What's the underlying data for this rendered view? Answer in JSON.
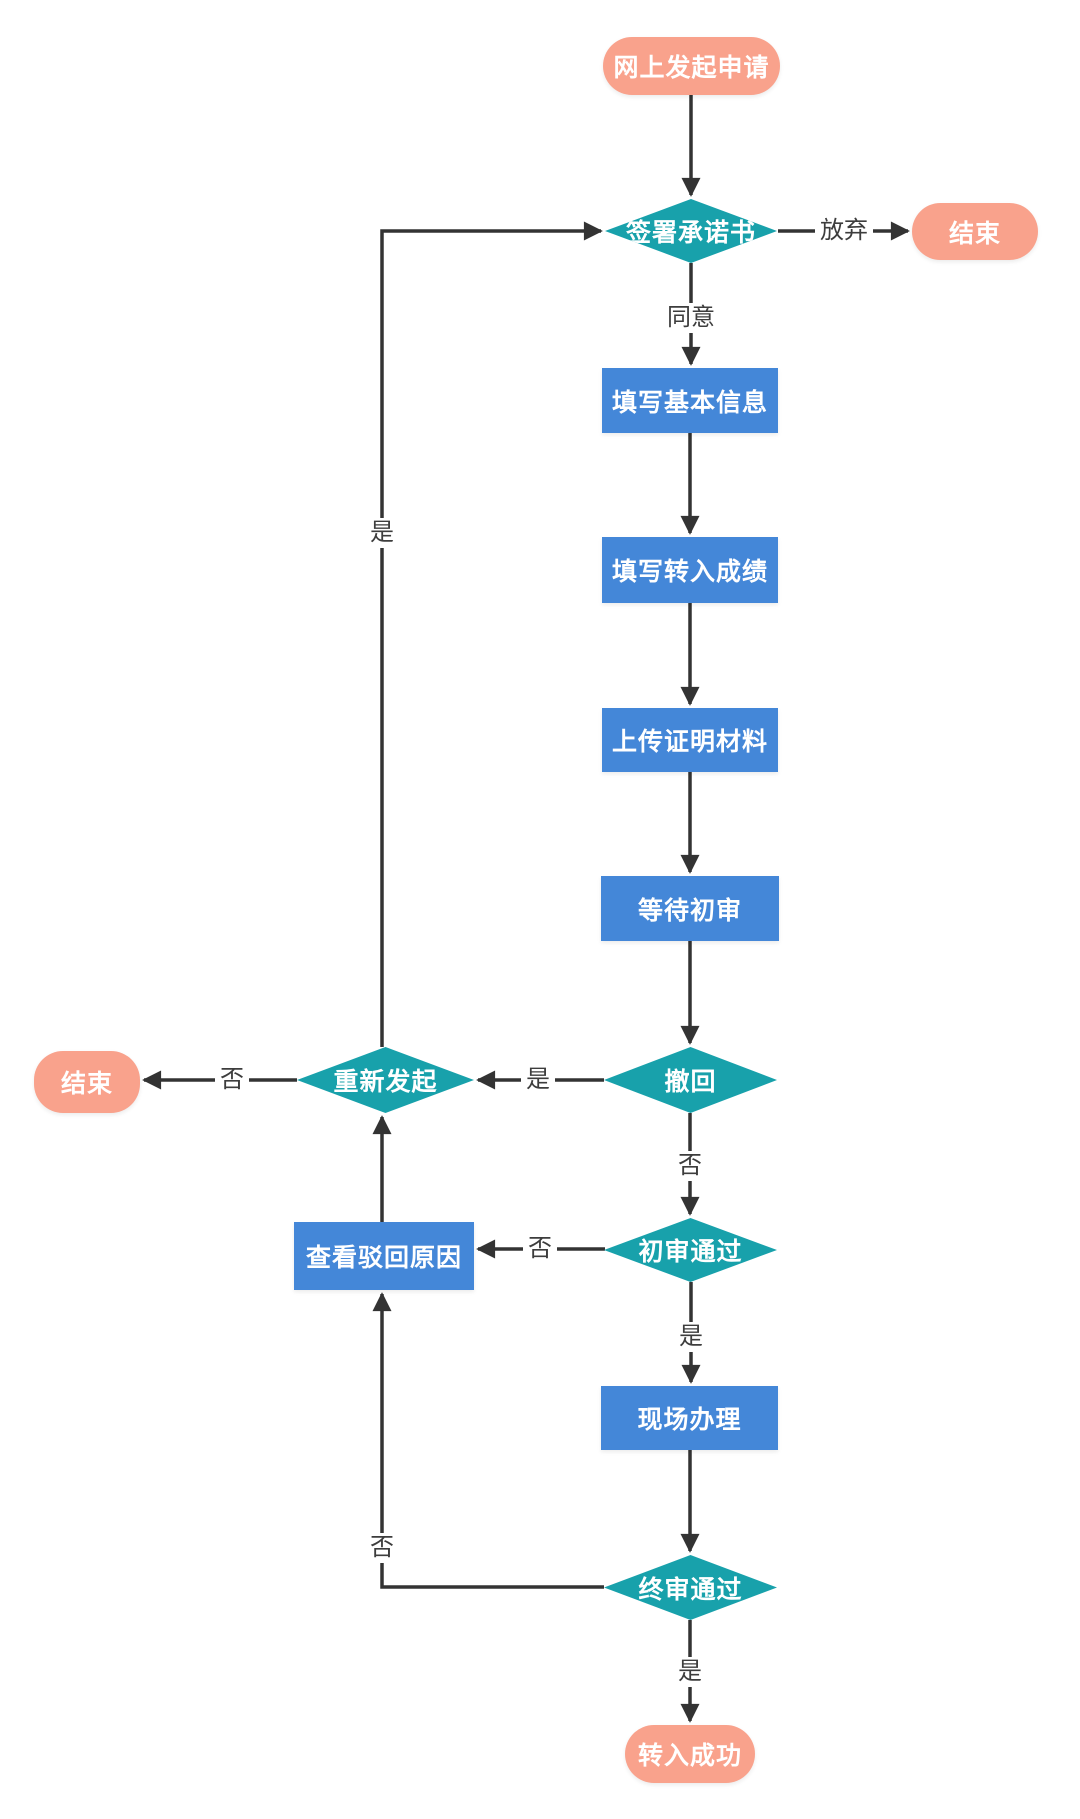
{
  "flowchart": {
    "colors": {
      "process_fill": "#4487d8",
      "decision_fill": "#18a1ab",
      "terminal_fill": "#f9a28c",
      "edge_stroke": "#333333",
      "edge_label_text": "#3d3d3d",
      "node_text": "#ffffff",
      "background": "#ffffff"
    },
    "nodes": {
      "start": {
        "label": "网上发起申请",
        "type": "terminal"
      },
      "sign": {
        "label": "签署承诺书",
        "type": "decision"
      },
      "end_top": {
        "label": "结束",
        "type": "terminal"
      },
      "fill_basic": {
        "label": "填写基本信息",
        "type": "process"
      },
      "fill_scores": {
        "label": "填写转入成绩",
        "type": "process"
      },
      "upload": {
        "label": "上传证明材料",
        "type": "process"
      },
      "wait_review": {
        "label": "等待初审",
        "type": "process"
      },
      "withdraw": {
        "label": "撤回",
        "type": "decision"
      },
      "reinitiate": {
        "label": "重新发起",
        "type": "decision"
      },
      "end_left": {
        "label": "结束",
        "type": "terminal"
      },
      "view_reason": {
        "label": "查看驳回原因",
        "type": "process"
      },
      "first_pass": {
        "label": "初审通过",
        "type": "decision"
      },
      "onsite": {
        "label": "现场办理",
        "type": "process"
      },
      "final_pass": {
        "label": "终审通过",
        "type": "decision"
      },
      "success": {
        "label": "转入成功",
        "type": "terminal"
      }
    },
    "edges": {
      "sign_abandon": "放弃",
      "sign_agree": "同意",
      "withdraw_yes": "是",
      "reinitiate_no": "否",
      "withdraw_no": "否",
      "first_no": "否",
      "first_yes": "是",
      "final_no": "否",
      "reinitiate_yes": "是",
      "final_yes": "是"
    }
  }
}
